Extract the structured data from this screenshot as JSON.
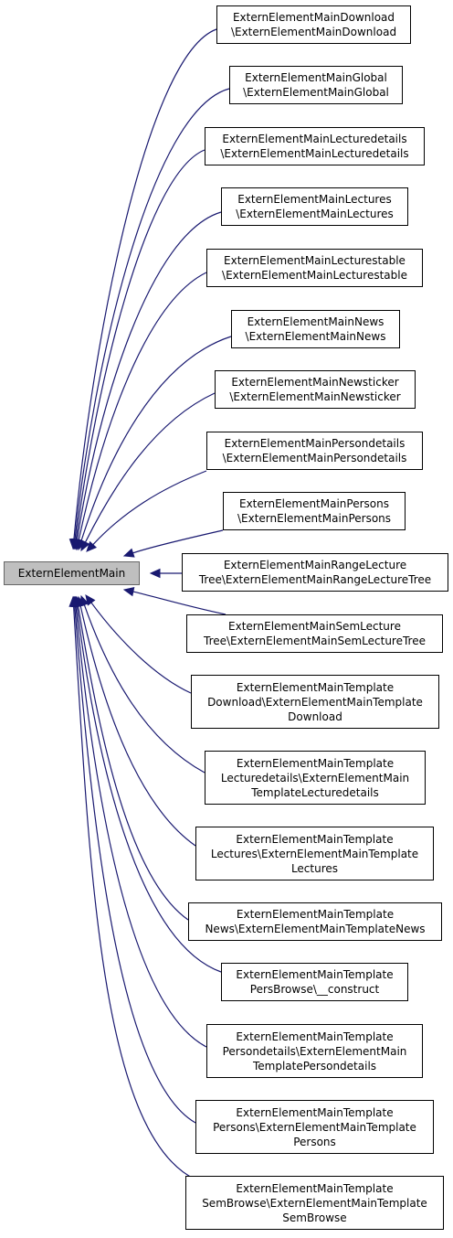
{
  "root": {
    "label": "ExternElementMain"
  },
  "children": [
    {
      "label": "ExternElementMainDownload\n\\ExternElementMainDownload"
    },
    {
      "label": "ExternElementMainGlobal\n\\ExternElementMainGlobal"
    },
    {
      "label": "ExternElementMainLecturedetails\n\\ExternElementMainLecturedetails"
    },
    {
      "label": "ExternElementMainLectures\n\\ExternElementMainLectures"
    },
    {
      "label": "ExternElementMainLecturestable\n\\ExternElementMainLecturestable"
    },
    {
      "label": "ExternElementMainNews\n\\ExternElementMainNews"
    },
    {
      "label": "ExternElementMainNewsticker\n\\ExternElementMainNewsticker"
    },
    {
      "label": "ExternElementMainPersondetails\n\\ExternElementMainPersondetails"
    },
    {
      "label": "ExternElementMainPersons\n\\ExternElementMainPersons"
    },
    {
      "label": "ExternElementMainRangeLecture\nTree\\ExternElementMainRangeLectureTree"
    },
    {
      "label": "ExternElementMainSemLecture\nTree\\ExternElementMainSemLectureTree"
    },
    {
      "label": "ExternElementMainTemplate\nDownload\\ExternElementMainTemplate\nDownload"
    },
    {
      "label": "ExternElementMainTemplate\nLecturedetails\\ExternElementMain\nTemplateLecturedetails"
    },
    {
      "label": "ExternElementMainTemplate\nLectures\\ExternElementMainTemplate\nLectures"
    },
    {
      "label": "ExternElementMainTemplate\nNews\\ExternElementMainTemplateNews"
    },
    {
      "label": "ExternElementMainTemplate\nPersBrowse\\__construct"
    },
    {
      "label": "ExternElementMainTemplate\nPersondetails\\ExternElementMain\nTemplatePersondetails"
    },
    {
      "label": "ExternElementMainTemplate\nPersons\\ExternElementMainTemplate\nPersons"
    },
    {
      "label": "ExternElementMainTemplate\nSemBrowse\\ExternElementMainTemplate\nSemBrowse"
    }
  ]
}
